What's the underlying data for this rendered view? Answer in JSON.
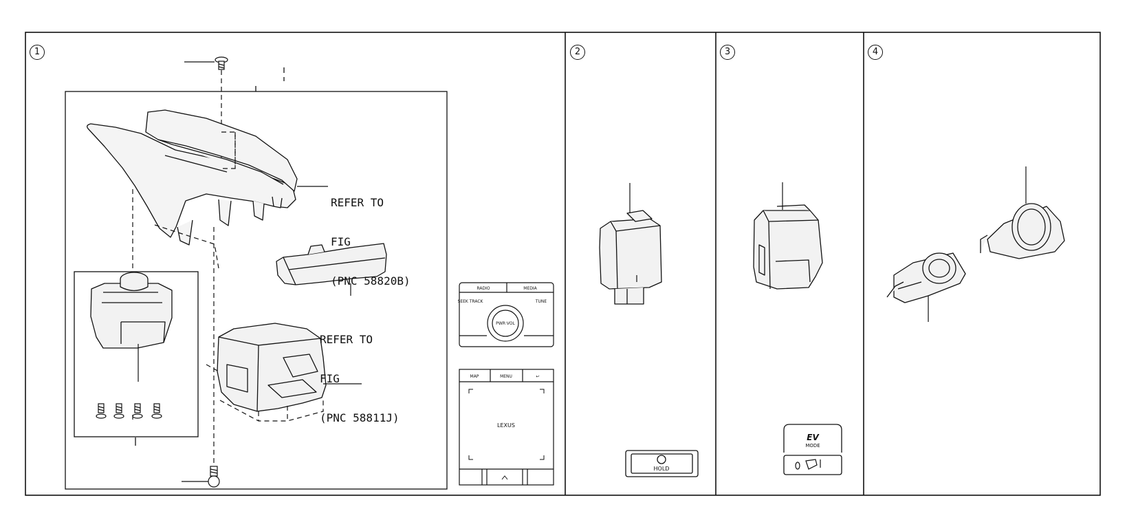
{
  "panels": [
    {
      "number": "1"
    },
    {
      "number": "2"
    },
    {
      "number": "3"
    },
    {
      "number": "4"
    }
  ],
  "references": [
    {
      "line1": "REFER TO",
      "line2": "FIG",
      "line3": "(PNC 58820B)"
    },
    {
      "line1": "REFER TO",
      "line2": "FIG",
      "line3": "(PNC 58811J)"
    }
  ],
  "remote_panel": {
    "top_buttons": [
      "RADIO",
      "MEDIA"
    ],
    "left_label": "SEEK\nTRACK",
    "right_label": "TUNE",
    "knob_label": "PWR·VOL"
  },
  "touchpad": {
    "buttons": [
      "MAP",
      "MENU",
      "↩"
    ],
    "brand": "LEXUS"
  },
  "switch_labels": {
    "hold": "HOLD",
    "ev_top": "EV",
    "ev_bottom": "MODE"
  }
}
